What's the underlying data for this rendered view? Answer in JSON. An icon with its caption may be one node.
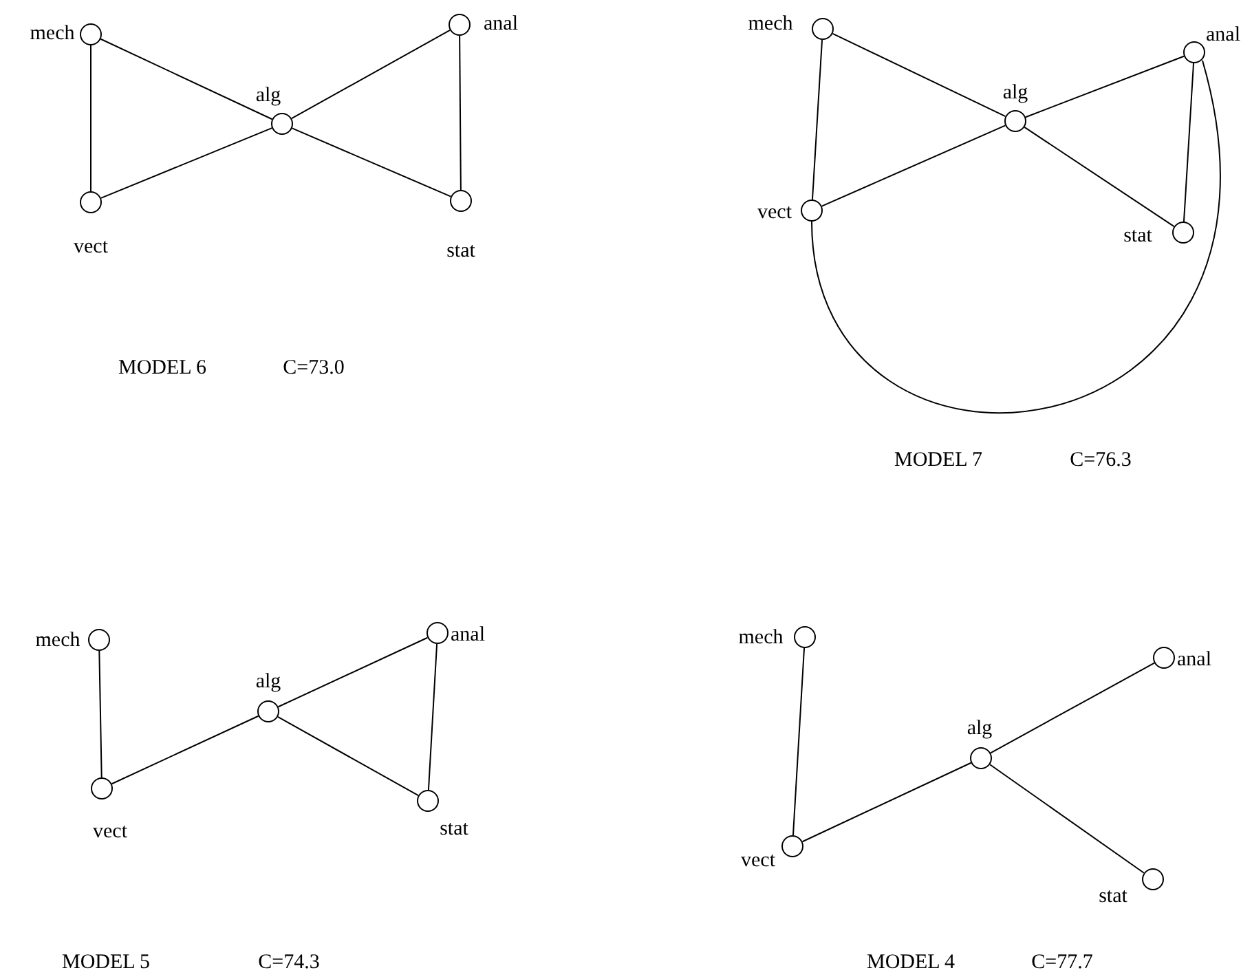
{
  "diagram": {
    "nodes": [
      {
        "text": [],
        "shape": "circle",
        "beside": [
          "mech"
        ]
      },
      {
        "text": [],
        "shape": "circle",
        "beside": [
          "anal"
        ]
      },
      {
        "text": [],
        "shape": "circle",
        "beside": [
          "alg"
        ]
      },
      {
        "text": [],
        "shape": "circle",
        "beside": [
          "vect"
        ]
      },
      {
        "text": [],
        "shape": "circle",
        "beside": [
          "stat"
        ]
      },
      {
        "text": [],
        "shape": "circle",
        "beside": [
          "mech"
        ]
      },
      {
        "text": [],
        "shape": "circle",
        "beside": [
          "anal"
        ]
      },
      {
        "text": [],
        "shape": "circle",
        "beside": [
          "alg"
        ]
      },
      {
        "text": [],
        "shape": "circle",
        "beside": [
          "vect"
        ]
      },
      {
        "text": [],
        "shape": "circle",
        "beside": [
          "stat"
        ]
      },
      {
        "text": [],
        "shape": "circle",
        "beside": [
          "mech"
        ]
      },
      {
        "text": [],
        "shape": "circle",
        "beside": [
          "anal"
        ]
      },
      {
        "text": [],
        "shape": "circle",
        "beside": [
          "alg"
        ]
      },
      {
        "text": [],
        "shape": "circle",
        "beside": [
          "vect"
        ]
      },
      {
        "text": [],
        "shape": "circle",
        "beside": [
          "stat"
        ]
      },
      {
        "text": [],
        "shape": "circle",
        "beside": [
          "mech"
        ]
      },
      {
        "text": [],
        "shape": "circle",
        "beside": [
          "anal"
        ]
      },
      {
        "text": [],
        "shape": "circle",
        "beside": [
          "alg"
        ]
      },
      {
        "text": [],
        "shape": "circle",
        "beside": [
          "vect"
        ]
      },
      {
        "text": [],
        "shape": "circle",
        "beside": [
          "stat"
        ]
      }
    ],
    "edges": [
      {
        "from": 0,
        "to": 3,
        "arrow": "none"
      },
      {
        "from": 0,
        "to": 2,
        "arrow": "none"
      },
      {
        "from": 2,
        "to": 1,
        "arrow": "none"
      },
      {
        "from": 3,
        "to": 2,
        "arrow": "none"
      },
      {
        "from": 2,
        "to": 4,
        "arrow": "none"
      },
      {
        "from": 1,
        "to": 4,
        "arrow": "none"
      },
      {
        "from": 5,
        "to": 8,
        "arrow": "none"
      },
      {
        "from": 5,
        "to": 7,
        "arrow": "none"
      },
      {
        "from": 7,
        "to": 6,
        "arrow": "none"
      },
      {
        "from": 8,
        "to": 7,
        "arrow": "none"
      },
      {
        "from": 7,
        "to": 9,
        "arrow": "none"
      },
      {
        "from": 6,
        "to": 9,
        "arrow": "none"
      },
      {
        "from": 8,
        "to": 6,
        "arrow": "none"
      },
      {
        "from": 10,
        "to": 13,
        "arrow": "none"
      },
      {
        "from": 13,
        "to": 12,
        "arrow": "none"
      },
      {
        "from": 12,
        "to": 11,
        "arrow": "none"
      },
      {
        "from": 12,
        "to": 14,
        "arrow": "none"
      },
      {
        "from": 11,
        "to": 14,
        "arrow": "none"
      },
      {
        "from": 15,
        "to": 18,
        "arrow": "none"
      },
      {
        "from": 18,
        "to": 17,
        "arrow": "none"
      },
      {
        "from": 17,
        "to": 16,
        "arrow": "none"
      },
      {
        "from": 17,
        "to": 19,
        "arrow": "none"
      }
    ],
    "labels": [
      "MODEL 6",
      "C=73.0",
      "MODEL 7",
      "C=76.3",
      "MODEL 5",
      "C=74.3",
      "MODEL 4",
      "C=77.7"
    ]
  }
}
